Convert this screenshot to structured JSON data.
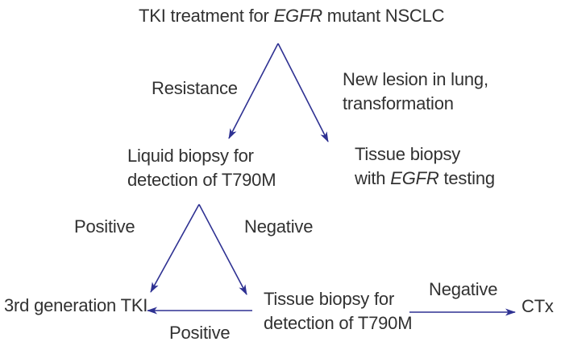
{
  "colors": {
    "arrow": "#2e3192",
    "text": "#313131",
    "background": "#ffffff"
  },
  "flowchart": {
    "root": {
      "pre": "TKI treatment for ",
      "gene": "EGFR",
      "post": " mutant NSCLC"
    },
    "edges": {
      "resistance": "Resistance",
      "new_lesion_line1": "New lesion in lung,",
      "new_lesion_line2": "transformation",
      "liquid_positive": "Positive",
      "liquid_negative": "Negative",
      "tissue_positive": "Positive",
      "tissue_negative": "Negative"
    },
    "nodes": {
      "liquid_biopsy_line1": "Liquid biopsy for",
      "liquid_biopsy_line2": "detection of T790M",
      "tissue_biopsy_egfr_line1": "Tissue biopsy",
      "tissue_biopsy_egfr_line2_pre": "with ",
      "tissue_biopsy_egfr_gene": "EGFR",
      "tissue_biopsy_egfr_line2_post": " testing",
      "third_generation_tki": "3rd generation TKI",
      "tissue_biopsy_t790m_line1": "Tissue biopsy for",
      "tissue_biopsy_t790m_line2": "detection of T790M",
      "ctx": "CTx"
    }
  }
}
